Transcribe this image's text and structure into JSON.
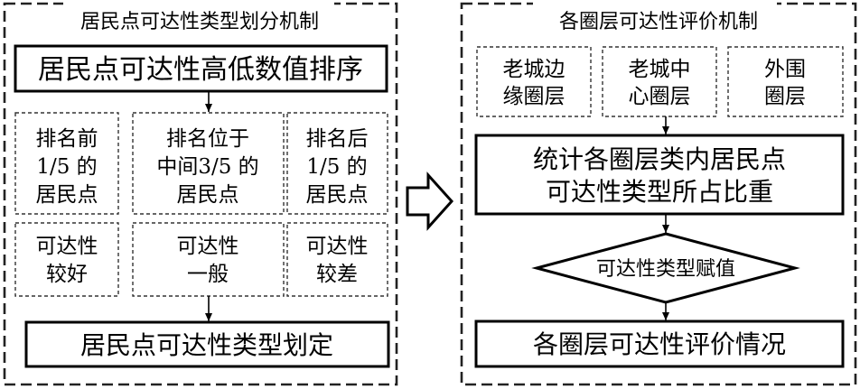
{
  "left_panel": {
    "title": "居民点可达性类型划分机制",
    "sort_box": "居民点可达性高低数值排序",
    "rank_boxes": [
      [
        "排名前",
        "1/5 的",
        "居民点"
      ],
      [
        "排名位于",
        "中间3/5 的",
        "居民点"
      ],
      [
        "排名后",
        "1/5 的",
        "居民点"
      ]
    ],
    "level_boxes": [
      [
        "可达性",
        "较好"
      ],
      [
        "可达性",
        "一般"
      ],
      [
        "可达性",
        "较差"
      ]
    ],
    "result_box": "居民点可达性类型划定"
  },
  "right_panel": {
    "title": "各圈层可达性评价机制",
    "ring_boxes": [
      [
        "老城边",
        "缘圈层"
      ],
      [
        "老城中",
        "心圈层"
      ],
      [
        "外围",
        "圈层"
      ]
    ],
    "stat_box": [
      "统计各圈层类内居民点",
      "可达性类型所占比重"
    ],
    "decision": "可达性类型赋值",
    "result_box": "各圈层可达性评价情况"
  }
}
